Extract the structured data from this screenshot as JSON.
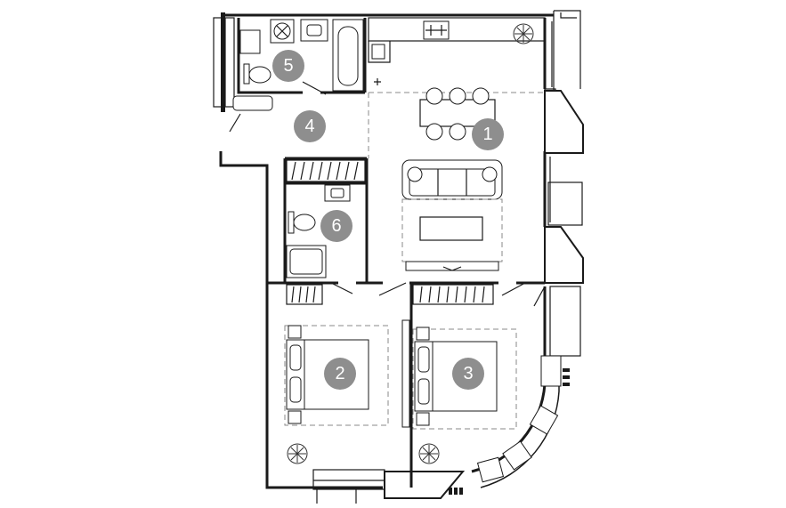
{
  "rooms": [
    {
      "id": "room-1",
      "label": "1"
    },
    {
      "id": "room-2",
      "label": "2"
    },
    {
      "id": "room-3",
      "label": "3"
    },
    {
      "id": "room-4",
      "label": "4"
    },
    {
      "id": "room-5",
      "label": "5"
    },
    {
      "id": "room-6",
      "label": "6"
    }
  ],
  "colors": {
    "wall": "#1a1a1a",
    "badge": "#8e8e8e",
    "dashed": "#8a8a8a",
    "background": "#ffffff"
  }
}
